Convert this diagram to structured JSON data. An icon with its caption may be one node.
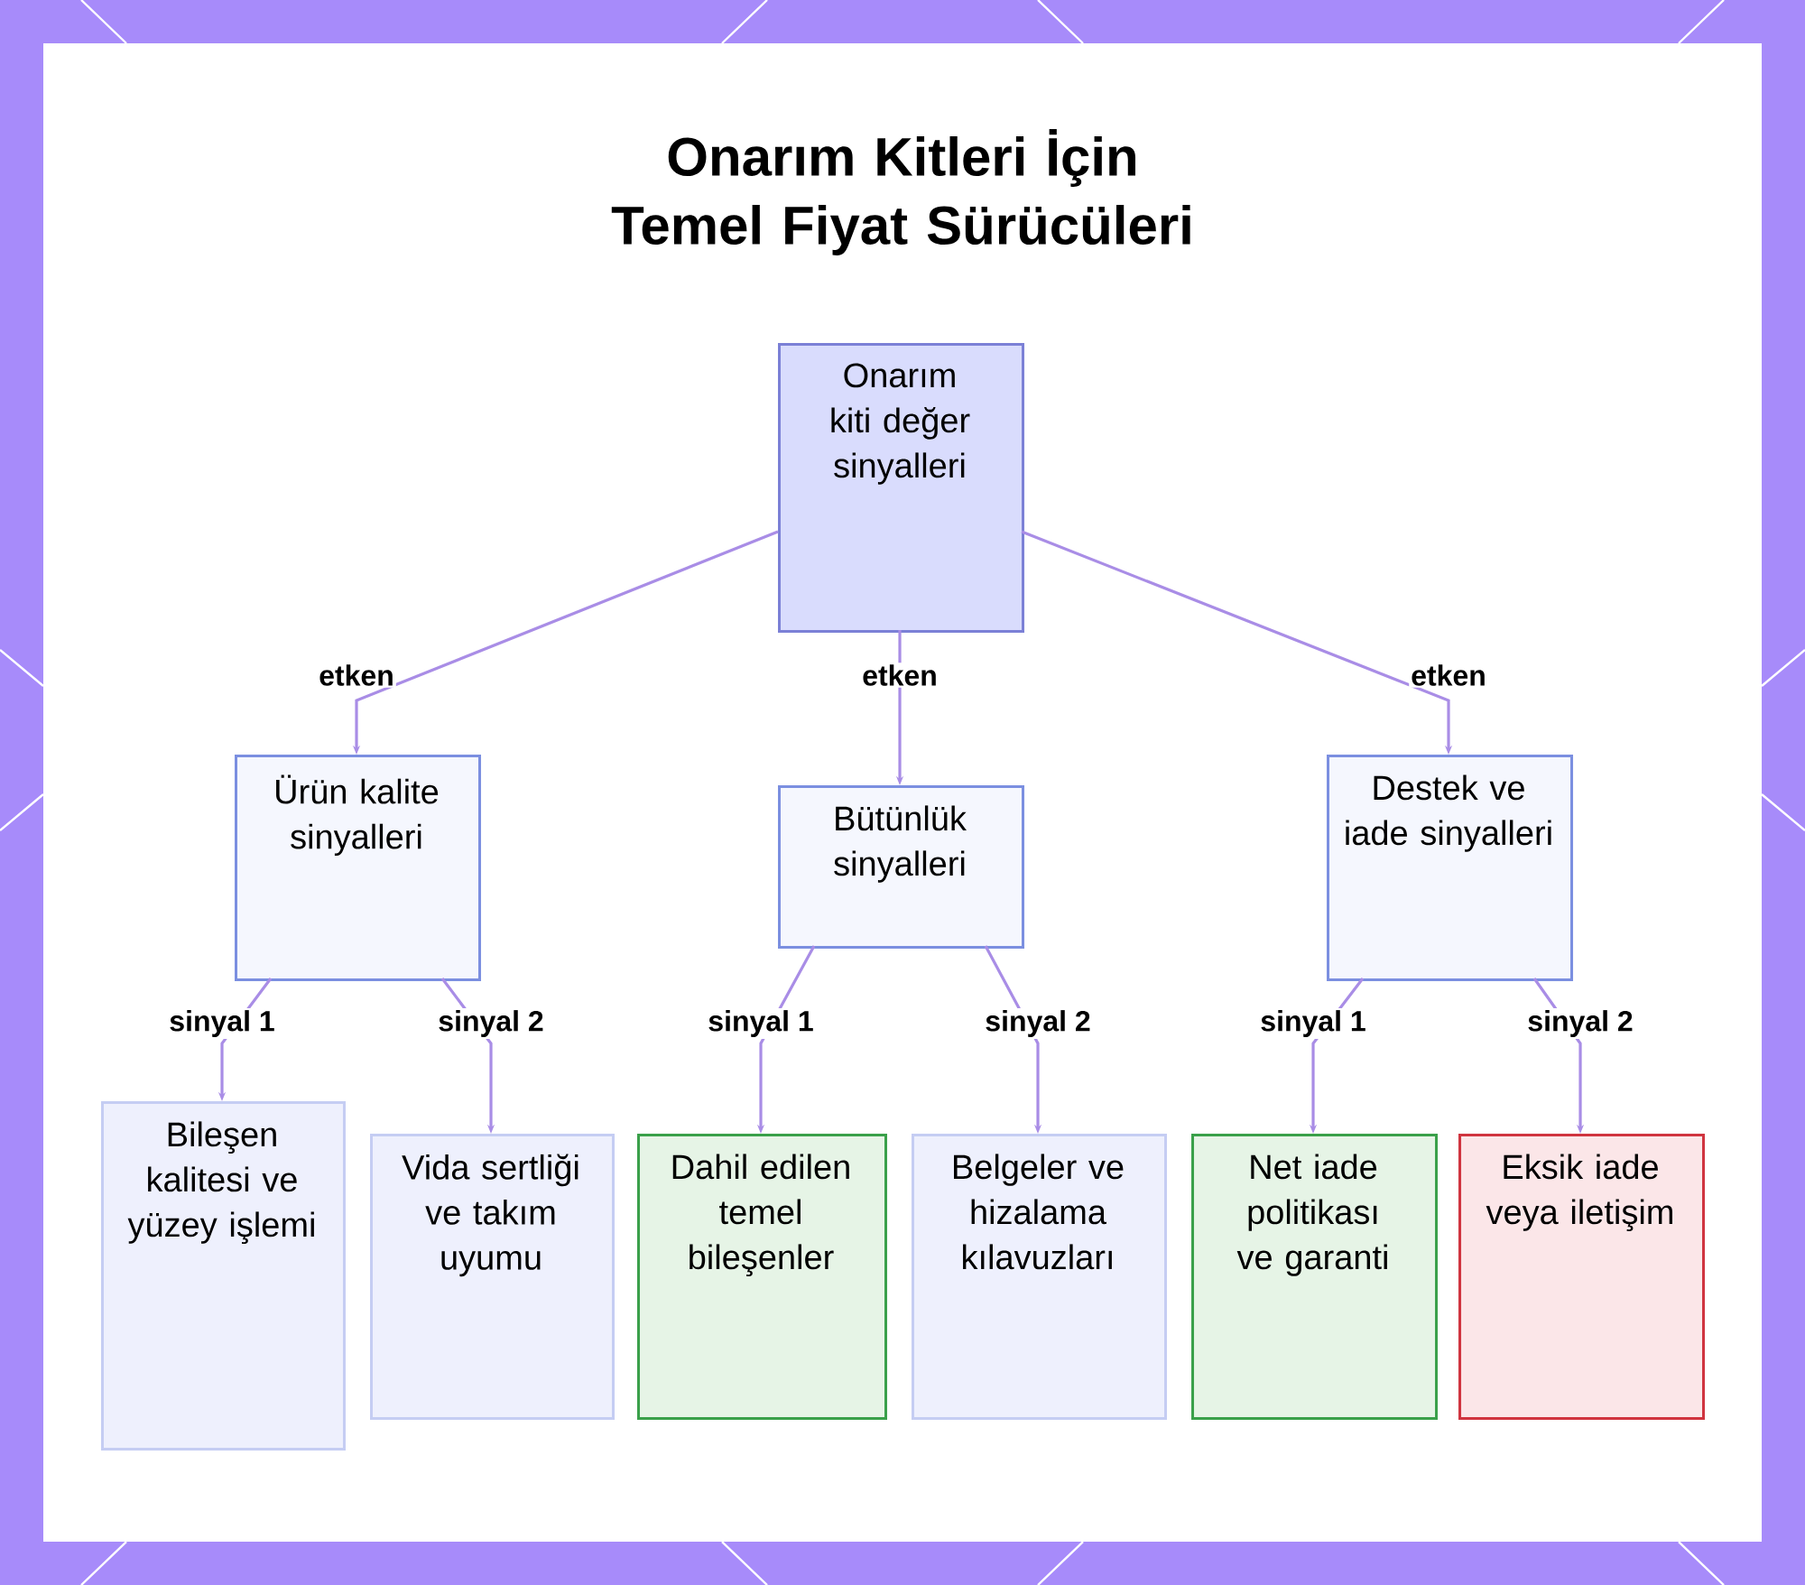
{
  "diagram": {
    "title": "Onarım Kitleri İçin Temel Fiyat Sürücüleri",
    "nodes": [
      {
        "text": [
          "Onarım kiti değer sinyalleri"
        ]
      },
      {
        "text": [
          "Ürün kalite sinyalleri"
        ]
      },
      {
        "text": [
          "Bütünlük sinyalleri"
        ]
      },
      {
        "text": [
          "Destek ve iade sinyalleri"
        ]
      },
      {
        "text": [
          "Bileşen kalitesi ve yüzey işlemi"
        ]
      },
      {
        "text": [
          "Vida sertliği ve takım uyumu"
        ]
      },
      {
        "text": [
          "Dahil edilen temel bileşenler"
        ]
      },
      {
        "text": [
          "Belgeler ve hizalama kılavuzları"
        ]
      },
      {
        "text": [
          "Net iade politikası ve garanti"
        ]
      },
      {
        "text": [
          "Eksik iade veya iletişim"
        ]
      }
    ],
    "edges": [
      {
        "from": 0,
        "to": 1,
        "arrow": "to",
        "label": "etken"
      },
      {
        "from": 0,
        "to": 2,
        "arrow": "to",
        "label": "etken"
      },
      {
        "from": 0,
        "to": 3,
        "arrow": "to",
        "label": "etken"
      },
      {
        "from": 1,
        "to": 4,
        "arrow": "to",
        "label": "sinyal 1"
      },
      {
        "from": 1,
        "to": 5,
        "arrow": "to",
        "label": "sinyal 2"
      },
      {
        "from": 2,
        "to": 6,
        "arrow": "to",
        "label": "sinyal 1"
      },
      {
        "from": 2,
        "to": 7,
        "arrow": "to",
        "label": "sinyal 2"
      },
      {
        "from": 3,
        "to": 8,
        "arrow": "to",
        "label": "sinyal 1"
      },
      {
        "from": 3,
        "to": 9,
        "arrow": "to",
        "label": "sinyal 2"
      }
    ]
  }
}
